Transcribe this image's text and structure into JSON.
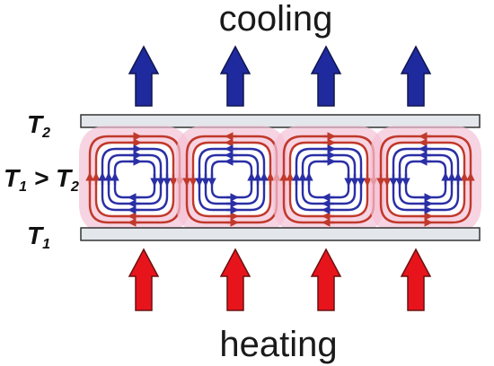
{
  "labels": {
    "top": "cooling",
    "bottom": "heating",
    "upper_plate_main": "T",
    "upper_plate_sub": "2",
    "relation_left_main": "T",
    "relation_left_sub": "1",
    "relation_op": " > ",
    "relation_right_main": "T",
    "relation_right_sub": "2",
    "lower_plate_main": "T",
    "lower_plate_sub": "1"
  },
  "cells": {
    "count": 4
  },
  "colors": {
    "cooling_arrow": "#1f2a9e",
    "heating_arrow": "#e8141c",
    "cold_flow": "#2a2fa5",
    "hot_flow": "#c0392b",
    "flow_glow": "#f4c2d6",
    "plate_fill": "#e3e6ea",
    "plate_stroke": "#333333"
  }
}
